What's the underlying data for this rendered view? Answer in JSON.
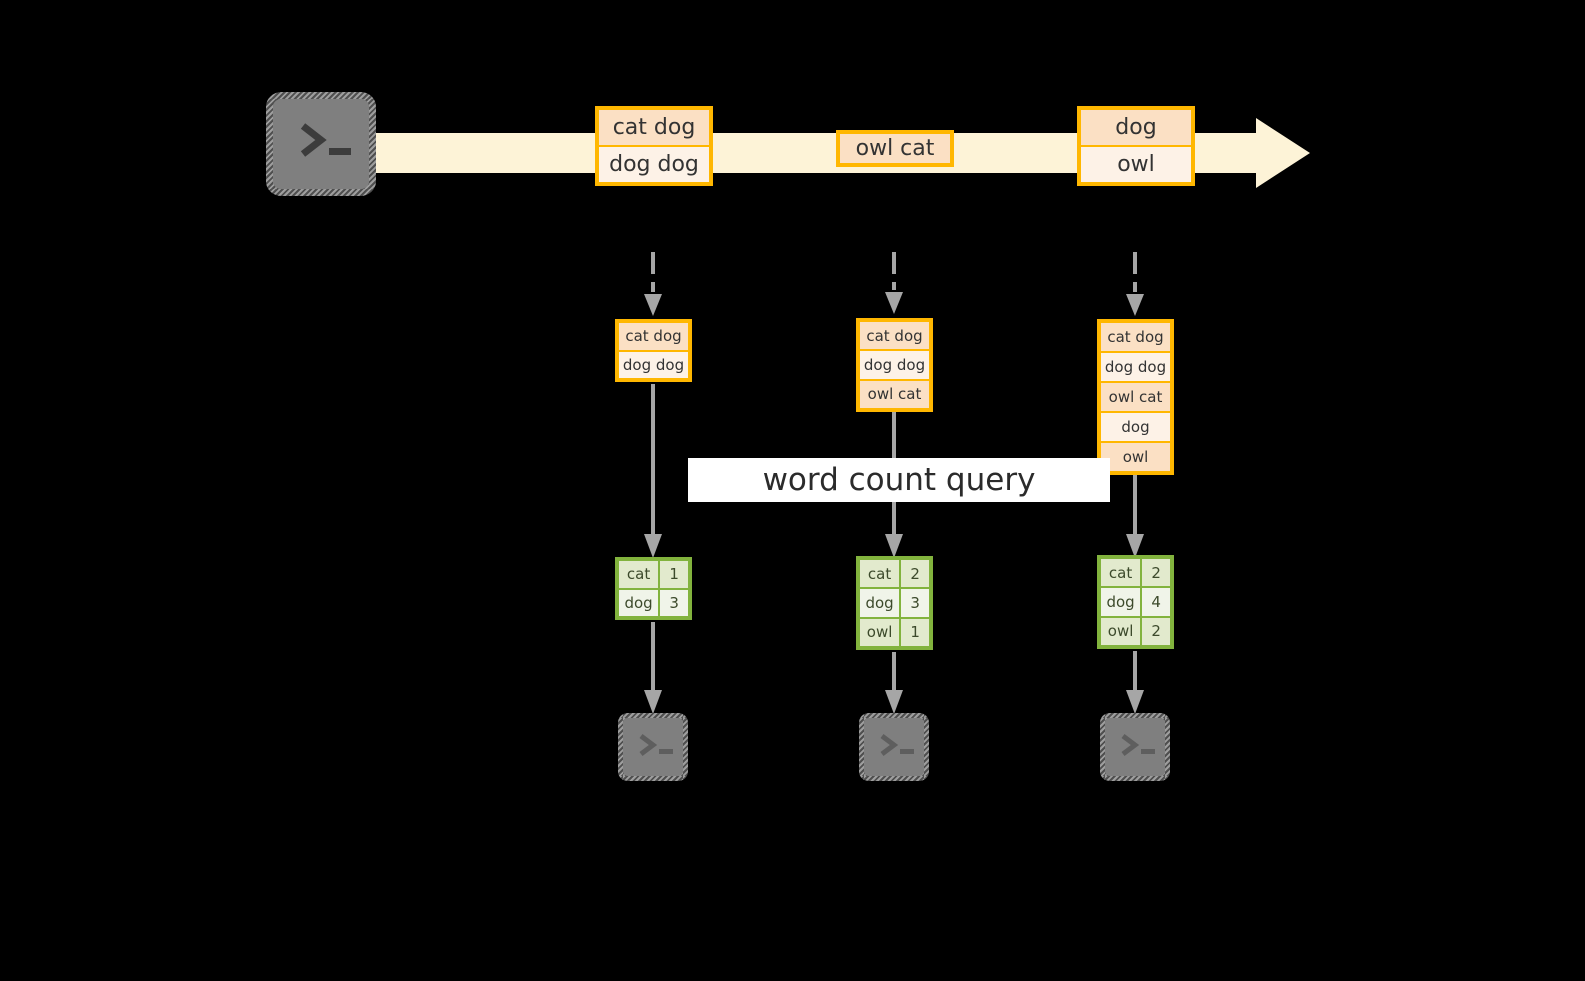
{
  "diagram": {
    "title_label": "word count query",
    "colors": {
      "background": "#000000",
      "stream_fill": "#fdf3d7",
      "event_border": "#ffb700",
      "event_fill_dark": "#fbe0c4",
      "event_fill_light": "#fdf2e7",
      "result_border": "#82b33d",
      "result_fill_dark": "#e2eacd",
      "result_fill_light": "#f0f4e9",
      "connector": "#a6a6a6",
      "terminal_fill": "#7f7f7f",
      "label_fill": "#ffffff"
    },
    "source": {
      "icon": "terminal-icon"
    },
    "stream_events": [
      {
        "name": "stream-event-group-1",
        "rows": [
          {
            "text": "cat dog",
            "shade": "dark"
          },
          {
            "text": "dog dog",
            "shade": "light"
          }
        ]
      },
      {
        "name": "stream-event-group-2",
        "rows": [
          {
            "text": "owl cat",
            "shade": "dark"
          }
        ]
      },
      {
        "name": "stream-event-group-3",
        "rows": [
          {
            "text": "dog",
            "shade": "dark"
          },
          {
            "text": "owl",
            "shade": "light"
          }
        ]
      }
    ],
    "snapshots": [
      {
        "name": "snapshot-1",
        "rows": [
          {
            "text": "cat dog",
            "shade": "dark"
          },
          {
            "text": "dog dog",
            "shade": "light"
          }
        ]
      },
      {
        "name": "snapshot-2",
        "rows": [
          {
            "text": "cat dog",
            "shade": "dark"
          },
          {
            "text": "dog dog",
            "shade": "light"
          },
          {
            "text": "owl cat",
            "shade": "dark"
          }
        ]
      },
      {
        "name": "snapshot-3",
        "rows": [
          {
            "text": "cat dog",
            "shade": "dark"
          },
          {
            "text": "dog dog",
            "shade": "light"
          },
          {
            "text": "owl cat",
            "shade": "dark"
          },
          {
            "text": "dog",
            "shade": "light"
          },
          {
            "text": "owl",
            "shade": "dark"
          }
        ]
      }
    ],
    "results": [
      {
        "name": "result-table-1",
        "rows": [
          {
            "key": "cat",
            "value": "1",
            "shade": "dark"
          },
          {
            "key": "dog",
            "value": "3",
            "shade": "light"
          }
        ]
      },
      {
        "name": "result-table-2",
        "rows": [
          {
            "key": "cat",
            "value": "2",
            "shade": "dark"
          },
          {
            "key": "dog",
            "value": "3",
            "shade": "light"
          },
          {
            "key": "owl",
            "value": "1",
            "shade": "dark"
          }
        ]
      },
      {
        "name": "result-table-3",
        "rows": [
          {
            "key": "cat",
            "value": "2",
            "shade": "dark"
          },
          {
            "key": "dog",
            "value": "4",
            "shade": "light"
          },
          {
            "key": "owl",
            "value": "2",
            "shade": "dark"
          }
        ]
      }
    ],
    "sinks": [
      {
        "name": "sink-terminal-1",
        "icon": "terminal-icon"
      },
      {
        "name": "sink-terminal-2",
        "icon": "terminal-icon"
      },
      {
        "name": "sink-terminal-3",
        "icon": "terminal-icon"
      }
    ]
  }
}
